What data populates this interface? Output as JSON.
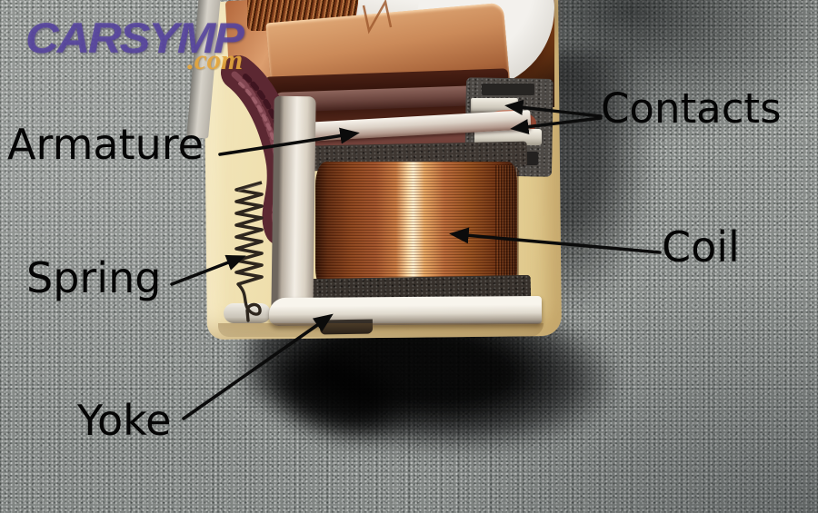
{
  "watermark": {
    "brand": "CARSYMP",
    "tld": ".com",
    "brand_color": "#5846a0",
    "tld_color": "#e2a43e"
  },
  "annotations": [
    {
      "id": "armature",
      "label": "Armature"
    },
    {
      "id": "contacts",
      "label": "Contacts"
    },
    {
      "id": "coil",
      "label": "Coil"
    },
    {
      "id": "spring",
      "label": "Spring"
    },
    {
      "id": "yoke",
      "label": "Yoke"
    }
  ],
  "colors": {
    "annotation_text": "#000000",
    "carpet_gray": "#8d918e",
    "relay_base_cream": "#ead9a2",
    "coil_copper": "#b05c24",
    "metal_silver": "#e9e4da",
    "watermark_purple": "#5846a0",
    "watermark_orange": "#e2a43e"
  }
}
